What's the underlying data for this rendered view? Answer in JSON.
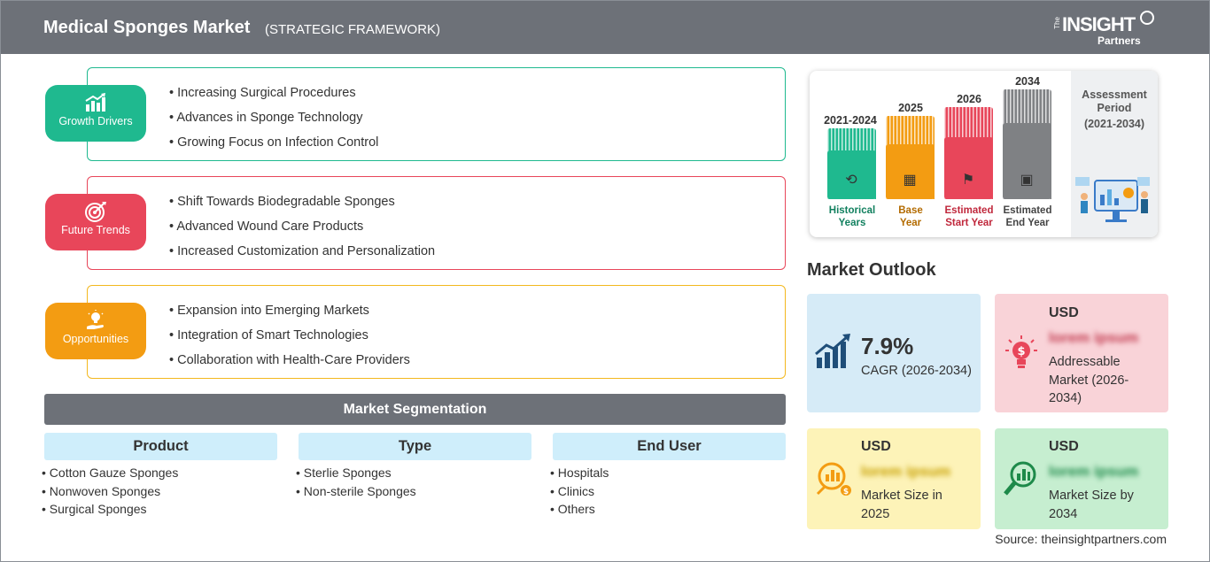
{
  "header": {
    "title": "Medical Sponges Market",
    "subtitle": "(STRATEGIC FRAMEWORK)",
    "logo": {
      "the": "The",
      "insight": "INSIGHT",
      "partners": "Partners"
    }
  },
  "framework": {
    "growth_drivers": {
      "label": "Growth Drivers",
      "color": "#1fb98f",
      "icon": "bar-chart-growth-icon",
      "items": [
        "Increasing Surgical Procedures",
        "Advances in Sponge Technology",
        "Growing Focus on Infection Control"
      ]
    },
    "future_trends": {
      "label": "Future Trends",
      "color": "#e8465a",
      "icon": "target-icon",
      "items": [
        "Shift Towards Biodegradable Sponges",
        "Advanced Wound Care Products",
        "Increased Customization and Personalization"
      ]
    },
    "opportunities": {
      "label": "Opportunities",
      "color": "#f39c12",
      "icon": "lightbulb-hand-icon",
      "items": [
        "Expansion into Emerging Markets",
        "Integration of Smart Technologies",
        "Collaboration with Health-Care Providers"
      ]
    }
  },
  "segmentation": {
    "title": "Market Segmentation",
    "columns": [
      {
        "header": "Product",
        "items": [
          "Cotton Gauze Sponges",
          "Nonwoven Sponges",
          "Surgical Sponges"
        ]
      },
      {
        "header": "Type",
        "items": [
          "Sterlie Sponges",
          "Non-sterile Sponges"
        ]
      },
      {
        "header": "End User",
        "items": [
          "Hospitals",
          "Clinics",
          "Others"
        ]
      }
    ]
  },
  "timeline": {
    "assessment_label": "Assessment Period",
    "assessment_period": "(2021-2034)",
    "bars": [
      {
        "year": "2021-2024",
        "label_1": "Historical",
        "label_2": "Years",
        "color": "#1fb98f",
        "text_color": "#12805f",
        "icon": "history-icon"
      },
      {
        "year": "2025",
        "label_1": "Base",
        "label_2": "Year",
        "color": "#f39c12",
        "text_color": "#b36b00",
        "icon": "calendar-icon"
      },
      {
        "year": "2026",
        "label_1": "Estimated",
        "label_2": "Start Year",
        "color": "#e8465a",
        "text_color": "#c0283c",
        "icon": "start-flag-icon"
      },
      {
        "year": "2034",
        "label_1": "Estimated",
        "label_2": "End Year",
        "color": "#7f8184",
        "text_color": "#444444",
        "icon": "presentation-icon"
      }
    ]
  },
  "outlook": {
    "title": "Market Outlook",
    "cagr": {
      "value": "7.9%",
      "caption": "CAGR (2026-2034)",
      "bg": "#d6ebf7",
      "icon": "growth-chart-icon"
    },
    "addressable": {
      "currency": "USD",
      "value": "lorem ipsum",
      "caption_1": "Addressable",
      "caption_2": "Market (2026-",
      "caption_3": "2034)",
      "bg": "#f9d3d8",
      "icon": "idea-bulb-icon"
    },
    "size_2025": {
      "currency": "USD",
      "value": "lorem ipsum",
      "caption_1": "Market Size in",
      "caption_2": "2025",
      "bg": "#fdf3b8",
      "icon": "money-chart-icon"
    },
    "size_2034": {
      "currency": "USD",
      "value": "lorem ipsum",
      "caption_1": "Market Size by",
      "caption_2": "2034",
      "bg": "#c6eed0",
      "icon": "magnifier-chart-icon"
    }
  },
  "source": "Source: theinsightpartners.com"
}
